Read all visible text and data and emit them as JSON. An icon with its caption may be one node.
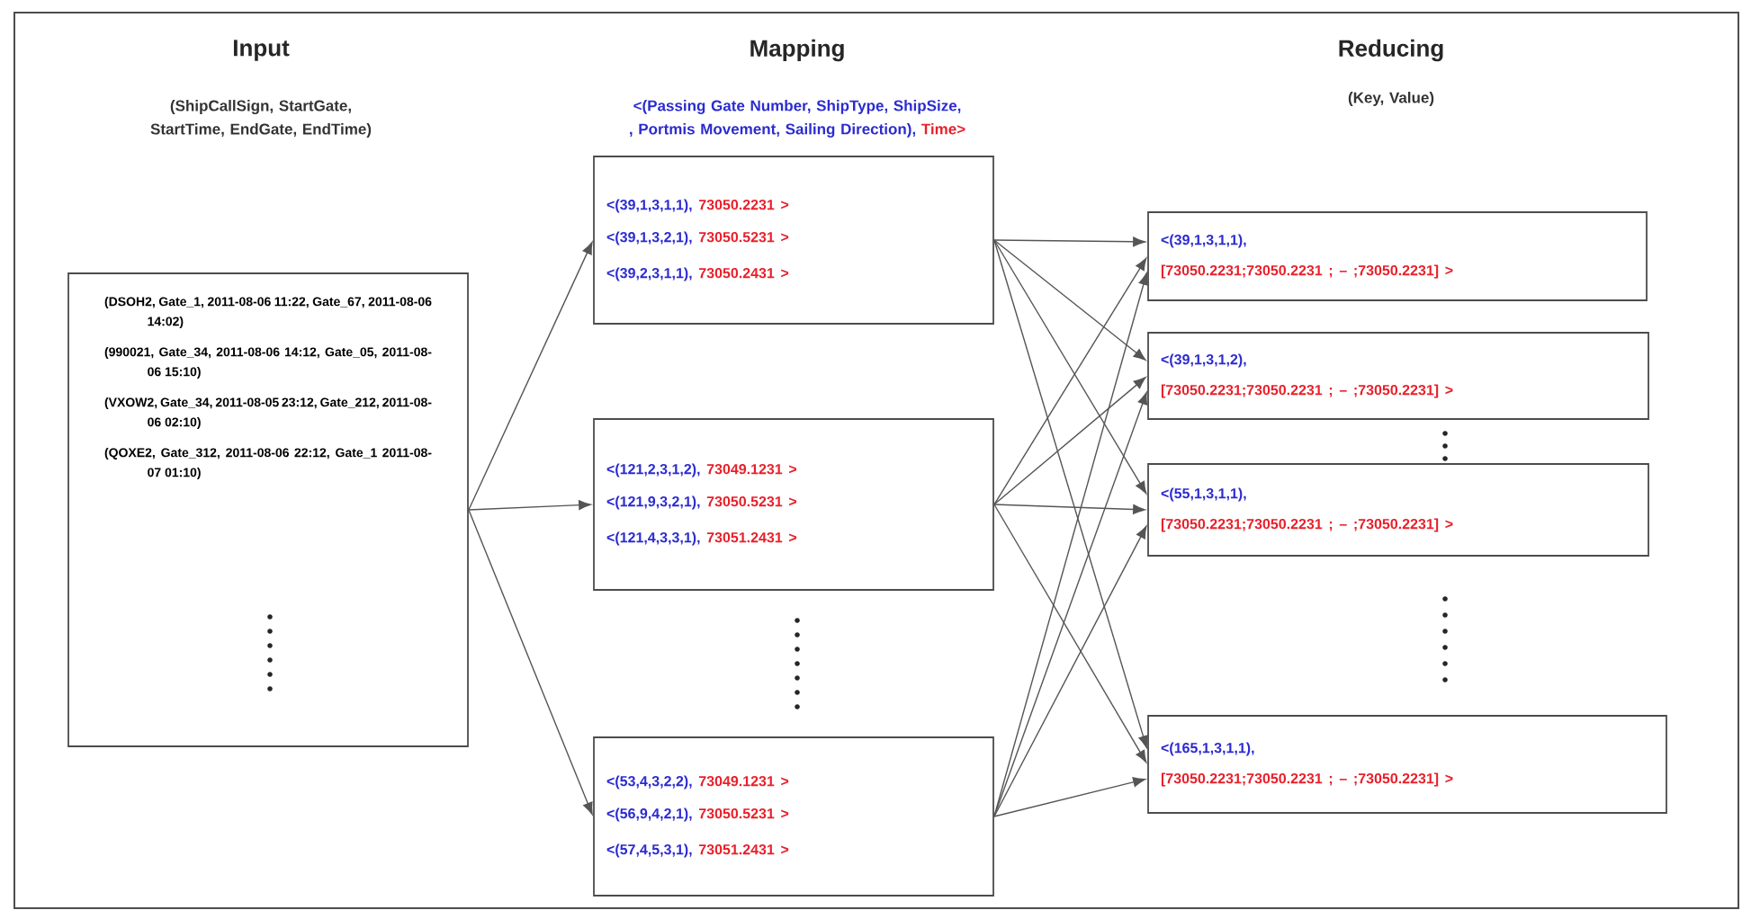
{
  "diagram": {
    "nodes": [
      {
        "text": [
          "(DSOH2, Gate_1, 2011-08-06 11:22, Gate_67, 2011-08-06 14:02)",
          "(990021, Gate_34, 2011-08-06 14:12, Gate_05, 2011-08-06 15:10)",
          "(VXOW2, Gate_34, 2011-08-05 23:12, Gate_212, 2011-08-06 02:10)",
          "(QOXE2, Gate_312, 2011-08-06 22:12, Gate_1 2011-08-07 01:10)"
        ]
      },
      {
        "text": [
          "<(39,1,3,1,1),",
          "73050.2231 >",
          "<(39,1,3,2,1),",
          "73050.5231 >",
          "<(39,2,3,1,1),",
          "73050.2431 >"
        ]
      },
      {
        "text": [
          "<(121,2,3,1,2),",
          "73049.1231 >",
          "<(121,9,3,2,1),",
          "73050.5231 >",
          "<(121,4,3,3,1),",
          "73051.2431 >"
        ]
      },
      {
        "text": [
          "<(53,4,3,2,2),",
          "73049.1231 >",
          "<(56,9,4,2,1),",
          "73050.5231 >",
          "<(57,4,5,3,1),",
          "73051.2431 >"
        ]
      },
      {
        "text": [
          "<(39,1,3,1,1),",
          "[73050.2231;73050.2231 ; – ;73050.2231] >"
        ]
      },
      {
        "text": [
          "<(39,1,3,1,2),",
          "[73050.2231;73050.2231 ; – ;73050.2231] >"
        ]
      },
      {
        "text": [
          "<(55,1,3,1,1),",
          "[73050.2231;73050.2231 ; – ;73050.2231] >"
        ]
      },
      {
        "text": [
          "<(165,1,3,1,1),",
          "[73050.2231;73050.2231 ; – ;73050.2231] >"
        ]
      }
    ],
    "edges": [
      {
        "from": 0,
        "to": 1,
        "arrow": "to"
      },
      {
        "from": 0,
        "to": 2,
        "arrow": "to"
      },
      {
        "from": 0,
        "to": 3,
        "arrow": "to"
      },
      {
        "from": 1,
        "to": 4,
        "arrow": "to"
      },
      {
        "from": 1,
        "to": 5,
        "arrow": "to"
      },
      {
        "from": 1,
        "to": 6,
        "arrow": "to"
      },
      {
        "from": 1,
        "to": 7,
        "arrow": "to"
      },
      {
        "from": 2,
        "to": 4,
        "arrow": "to"
      },
      {
        "from": 2,
        "to": 5,
        "arrow": "to"
      },
      {
        "from": 2,
        "to": 6,
        "arrow": "to"
      },
      {
        "from": 2,
        "to": 7,
        "arrow": "to"
      },
      {
        "from": 3,
        "to": 4,
        "arrow": "to"
      },
      {
        "from": 3,
        "to": 5,
        "arrow": "to"
      },
      {
        "from": 3,
        "to": 6,
        "arrow": "to"
      },
      {
        "from": 3,
        "to": 7,
        "arrow": "to"
      }
    ],
    "labels": [
      "Input",
      "(ShipCallSign, StartGate, StartTime, EndGate, EndTime)",
      "Mapping",
      "<(Passing Gate Number, ShipType, ShipSize, , Portmis Movement, Sailing Direction),",
      "Time>",
      "Reducing",
      "(Key, Value)"
    ]
  }
}
